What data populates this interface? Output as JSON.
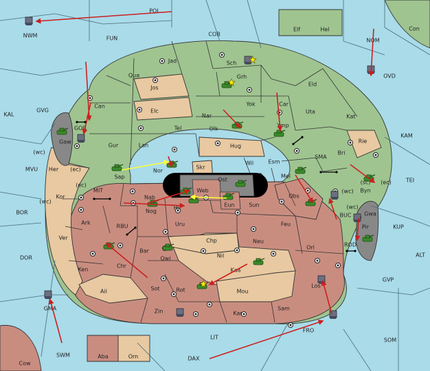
{
  "map": {
    "colors": {
      "sea": "#a9dbe9",
      "green": "#9fc490",
      "tan": "#e8c9a1",
      "red": "#c98d80",
      "gray": "#888888",
      "border": "#333333",
      "order_arrow": "#cc1f1f",
      "support_arrow": "#ffff33",
      "army_unit": "#3b8a2a",
      "fleet_unit": "#6b6f80"
    },
    "sea_labels": [
      "POL",
      "NWM",
      "FUN",
      "COB",
      "NOM",
      "OVD",
      "Con",
      "KAL",
      "GVG",
      "GOR",
      "KAM",
      "MVU",
      "(wc)",
      "(ec)",
      "MIT",
      "SMA",
      "TEI",
      "BOR",
      "RBU",
      "BUC",
      "KUP",
      "DOR",
      "ROD",
      "ALT",
      "GVP",
      "GMA",
      "SWM",
      "LIT",
      "FRO",
      "SOM",
      "DAX",
      "Cow"
    ],
    "land_labels": [
      "Elf",
      "Hel",
      "Jad",
      "Sch",
      "Qua",
      "Grh",
      "Jos",
      "Eld",
      "Can",
      "Yok",
      "Car",
      "Elc",
      "Nar",
      "Uta",
      "Kat",
      "Gaw",
      "Tel",
      "Olk",
      "Ymp",
      "Gur",
      "Lan",
      "Hug",
      "Rie",
      "Her",
      "Wil",
      "Esm",
      "Bri",
      "Sap",
      "Nor",
      "Skr",
      "Ost",
      "Kor",
      "Nab",
      "Web",
      "Mel",
      "Byn",
      "Hil",
      "Eun",
      "Sun",
      "Obs",
      "Gwa",
      "Nog",
      "Ark",
      "Uru",
      "Feu",
      "Pir",
      "Ver",
      "Chp",
      "Neu",
      "Orl",
      "Bar",
      "Qwi",
      "Nil",
      "Ken",
      "Chr",
      "Kaa",
      "Los",
      "Ail",
      "Sot",
      "Rot",
      "Mou",
      "Zin",
      "Kar",
      "Sam",
      "Aba",
      "Orn",
      "(sc)"
    ]
  }
}
